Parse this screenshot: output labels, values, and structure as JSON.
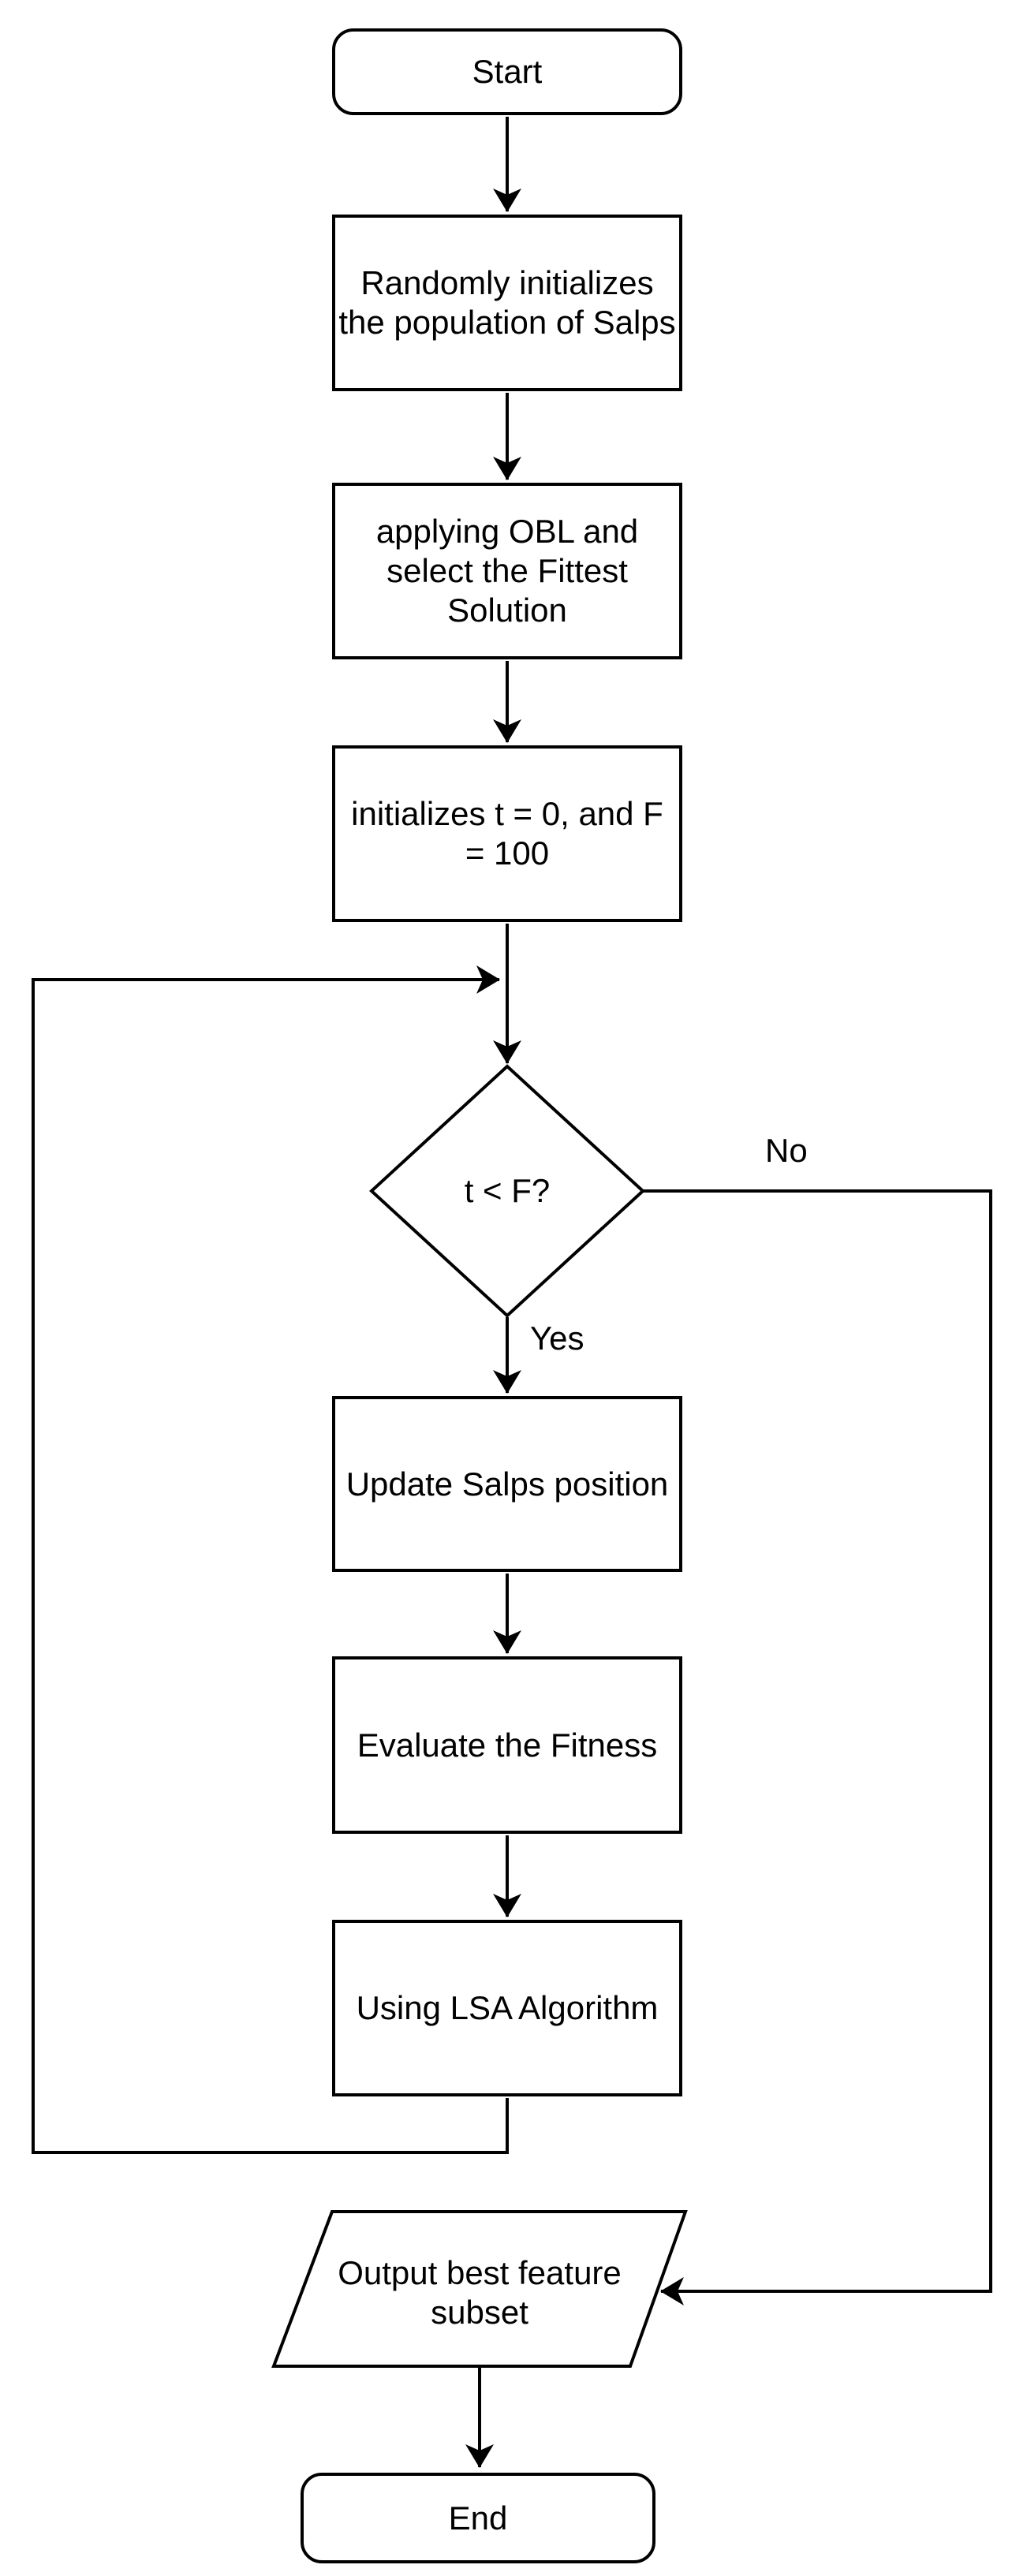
{
  "diagram": {
    "nodes": {
      "start": {
        "type": "terminator",
        "label": "Start"
      },
      "init_population": {
        "type": "process",
        "label": "Randomly initializes the population of Salps"
      },
      "apply_obl": {
        "type": "process",
        "label": "applying OBL and select the Fittest Solution"
      },
      "init_counters": {
        "type": "process",
        "label": "initializes t = 0, and F = 100"
      },
      "loop_condition": {
        "type": "decision",
        "label": "t < F?"
      },
      "update_salps": {
        "type": "process",
        "label": "Update Salps position"
      },
      "evaluate_fitness": {
        "type": "process",
        "label": "Evaluate the Fitness"
      },
      "using_lsa": {
        "type": "process",
        "label": "Using LSA Algorithm"
      },
      "output_subset": {
        "type": "input-output",
        "label": "Output best feature subset"
      },
      "end": {
        "type": "terminator",
        "label": "End"
      }
    },
    "edge_labels": {
      "yes": "Yes",
      "no": "No"
    },
    "colors": {
      "stroke": "#000000",
      "fill": "#ffffff",
      "text": "#000000",
      "background": "#ffffff"
    }
  }
}
